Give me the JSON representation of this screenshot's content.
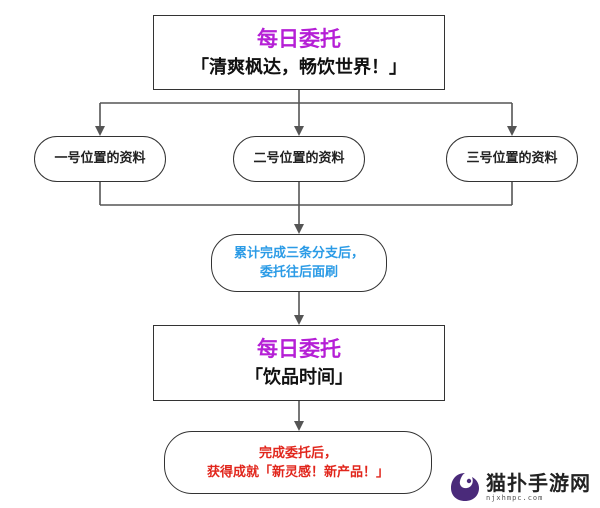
{
  "top_box": {
    "title": "每日委托",
    "subtitle": "「清爽枫达，畅饮世界！」"
  },
  "branches": [
    {
      "label": "一号位置的资料"
    },
    {
      "label": "二号位置的资料"
    },
    {
      "label": "三号位置的资料"
    }
  ],
  "merge_note": {
    "line1": "累计完成三条分支后，",
    "line2": "委托往后面刷"
  },
  "second_box": {
    "title": "每日委托",
    "subtitle": "「饮品时间」"
  },
  "final_note": {
    "line1": "完成委托后，",
    "line2": "获得成就「新灵感！新产品！」"
  },
  "watermark": {
    "name": "猫扑手游网",
    "url": "njxhmpc.com"
  },
  "colors": {
    "title": "#b51fd6",
    "merge_text": "#2b9be6",
    "final_text": "#e1261c",
    "stroke": "#555555"
  }
}
